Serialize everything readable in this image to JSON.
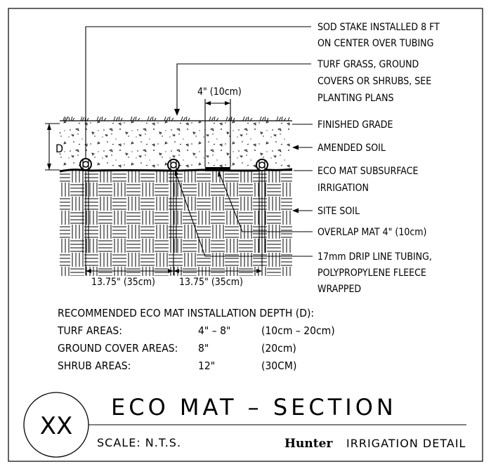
{
  "callouts": {
    "sod_stake_1": "SOD STAKE INSTALLED 8 FT",
    "sod_stake_2": "ON CENTER OVER TUBING",
    "turf_1": "TURF GRASS, GROUND",
    "turf_2": "COVERS OR SHRUBS, SEE",
    "turf_3": "PLANTING PLANS",
    "finished_grade": "FINISHED GRADE",
    "amended_soil": "AMENDED SOIL",
    "eco_mat_1": "ECO MAT SUBSURFACE",
    "eco_mat_2": "IRRIGATION",
    "site_soil": "SITE SOIL",
    "overlap": "OVERLAP MAT 4\" (10cm)",
    "drip_1": "17mm DRIP LINE TUBING,",
    "drip_2": "POLYPROPYLENE FLEECE",
    "drip_3": "WRAPPED"
  },
  "dimensions": {
    "overlap_width": "4\" (10cm)",
    "depth": "D",
    "spacing_1": "13.75\" (35cm)",
    "spacing_2": "13.75\" (35cm)"
  },
  "depth_table": {
    "heading": "RECOMMENDED ECO MAT INSTALLATION DEPTH (D):",
    "rows": [
      {
        "area": "TURF AREAS:",
        "inches": "4\" – 8\"",
        "metric": "(10cm – 20cm)"
      },
      {
        "area": "GROUND COVER AREAS:",
        "inches": "8\"",
        "metric": "(20cm)"
      },
      {
        "area": "SHRUB AREAS:",
        "inches": "12\"",
        "metric": "(30CM)"
      }
    ]
  },
  "title_block": {
    "detail_id": "XX",
    "title": "ECO MAT – SECTION",
    "scale": "SCALE: N.T.S.",
    "brand": "Hunter",
    "detail_type": "IRRIGATION DETAIL"
  }
}
